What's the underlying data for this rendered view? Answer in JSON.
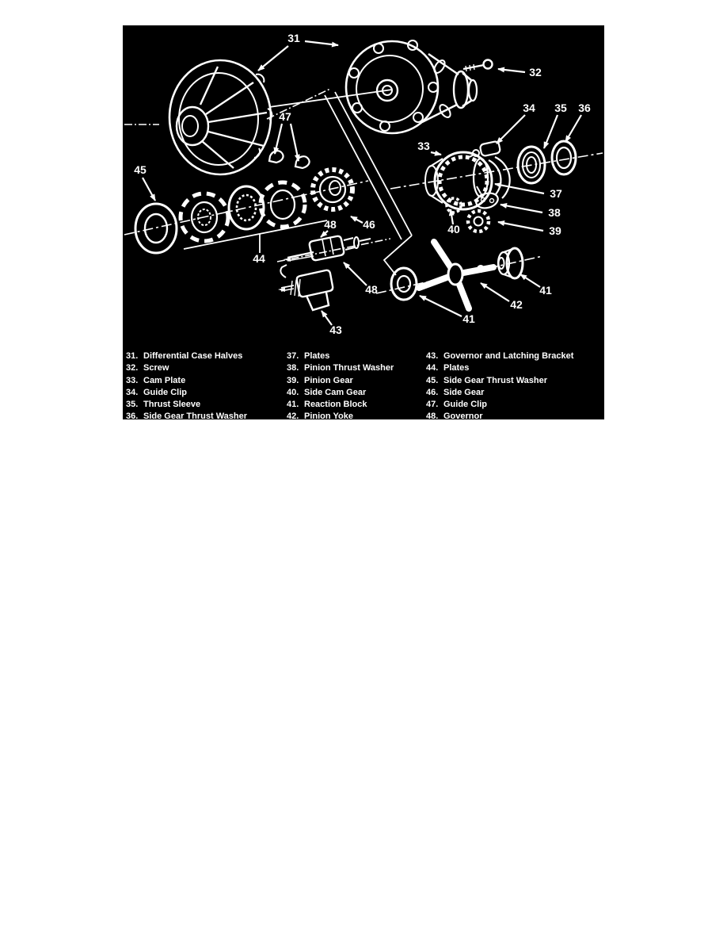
{
  "colors": {
    "page_background": "#ffffff",
    "figure_background": "#000000",
    "line_art": "#ffffff"
  },
  "callouts": [
    {
      "label": "31"
    },
    {
      "label": "32"
    },
    {
      "label": "47"
    },
    {
      "label": "45"
    },
    {
      "label": "33"
    },
    {
      "label": "34"
    },
    {
      "label": "35"
    },
    {
      "label": "36"
    },
    {
      "label": "37"
    },
    {
      "label": "38"
    },
    {
      "label": "39"
    },
    {
      "label": "40"
    },
    {
      "label": "46"
    },
    {
      "label": "44"
    },
    {
      "label": "48"
    },
    {
      "label": "48"
    },
    {
      "label": "43"
    },
    {
      "label": "41"
    },
    {
      "label": "42"
    },
    {
      "label": "41"
    }
  ],
  "legend": {
    "columns": [
      {
        "items": [
          {
            "num": "31.",
            "name": "Differential Case Halves"
          },
          {
            "num": "32.",
            "name": "Screw"
          },
          {
            "num": "33.",
            "name": "Cam Plate"
          },
          {
            "num": "34.",
            "name": "Guide Clip"
          },
          {
            "num": "35.",
            "name": "Thrust Sleeve"
          },
          {
            "num": "36.",
            "name": "Side Gear Thrust Washer"
          }
        ]
      },
      {
        "items": [
          {
            "num": "37.",
            "name": "Plates"
          },
          {
            "num": "38.",
            "name": "Pinion Thrust Washer"
          },
          {
            "num": "39.",
            "name": "Pinion Gear"
          },
          {
            "num": "40.",
            "name": "Side Cam Gear"
          },
          {
            "num": "41.",
            "name": "Reaction Block"
          },
          {
            "num": "42.",
            "name": "Pinion Yoke"
          }
        ]
      },
      {
        "items": [
          {
            "num": "43.",
            "name": "Governor and Latching Bracket"
          },
          {
            "num": "44.",
            "name": "Plates"
          },
          {
            "num": "45.",
            "name": "Side Gear Thrust Washer"
          },
          {
            "num": "46.",
            "name": "Side Gear"
          },
          {
            "num": "47.",
            "name": "Guide Clip"
          },
          {
            "num": "48.",
            "name": "Governor"
          }
        ]
      }
    ]
  }
}
